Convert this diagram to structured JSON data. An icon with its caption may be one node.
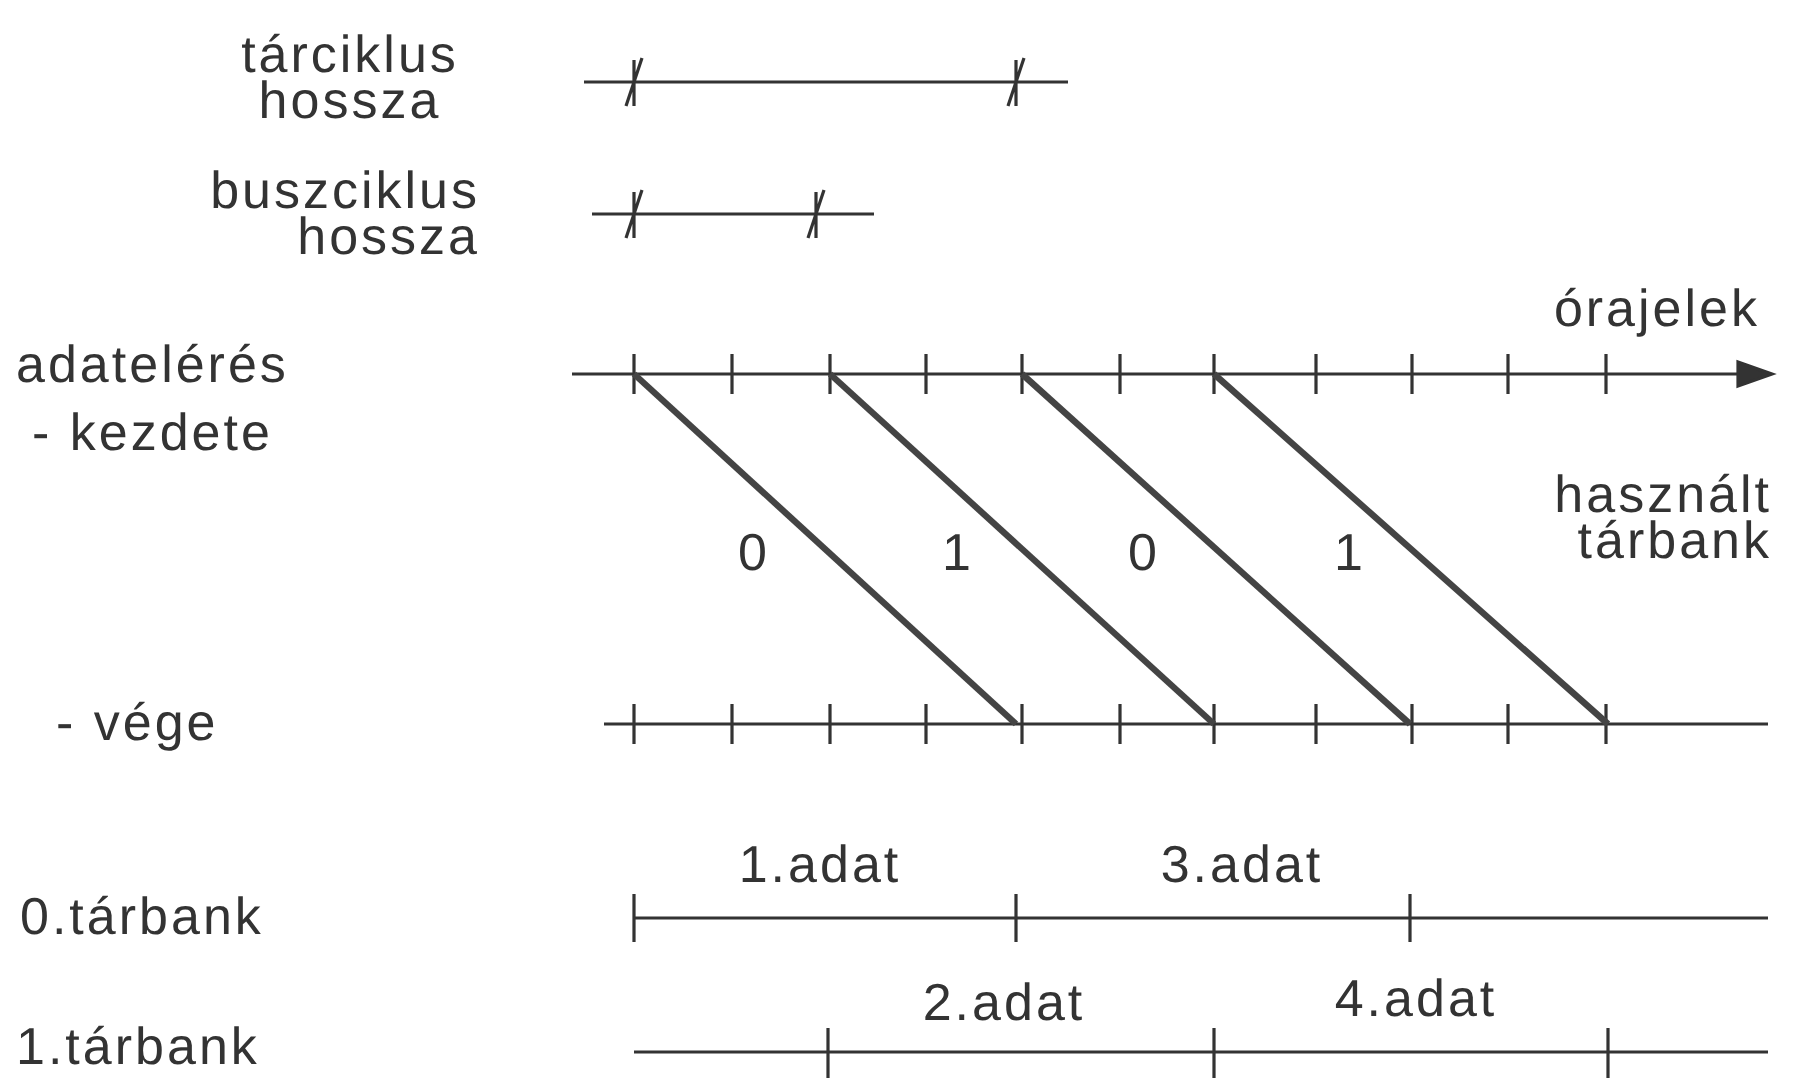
{
  "diagram": {
    "labels": [
      "tárciklus hossza",
      "buszciklus hossza",
      "órajelek",
      "adatelérés",
      "- kezdete",
      "használt tárbank",
      "0",
      "1",
      "0",
      "1",
      "- vége",
      "1.adat",
      "3.adat",
      "0.tárbank",
      "2.adat",
      "4.adat",
      "1.tárbank"
    ]
  }
}
